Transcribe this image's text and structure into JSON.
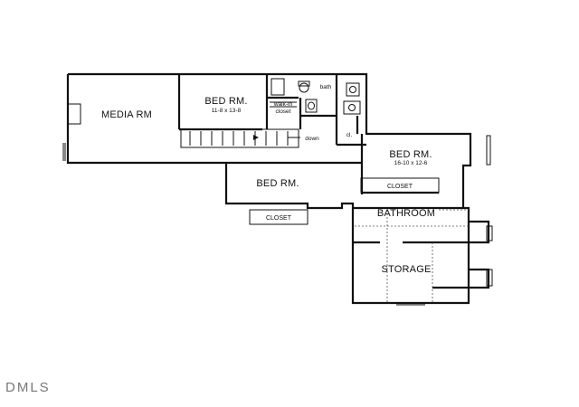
{
  "rooms": {
    "media": "MEDIA RM",
    "bed1": "BED RM.",
    "bed1_dims": "11-8  x  13-8",
    "bath_top": "bath",
    "walkin": "walk-in",
    "walkin2": "closet",
    "stairs_down": "down",
    "cl": "cl.",
    "bed2": "BED RM.",
    "bed2_dims": "16-10  x  12-6",
    "closet_right": "CLOSET",
    "bed3": "BED RM.",
    "closet_left": "CLOSET",
    "bathroom": "BATHROOM",
    "storage": "STORAGE"
  },
  "watermark": "DMLS"
}
